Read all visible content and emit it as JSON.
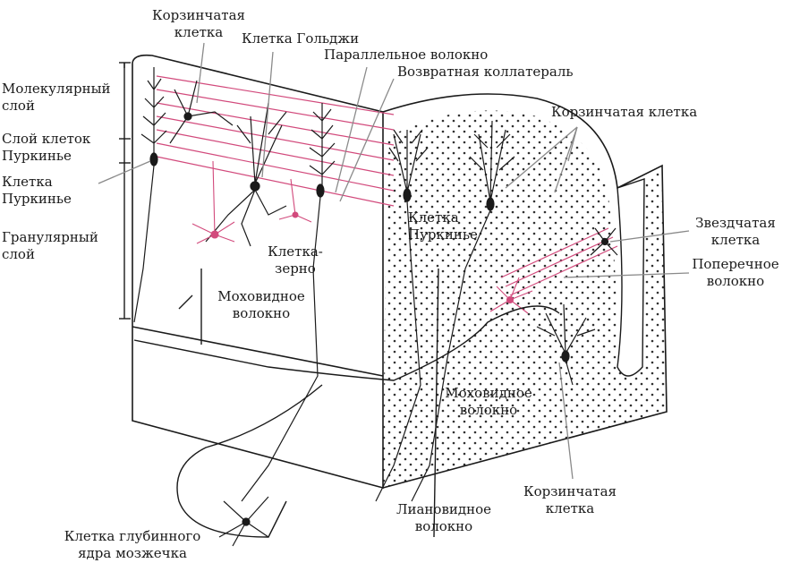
{
  "labels": {
    "basket_cell_top": [
      "Корзинчатая",
      "клетка"
    ],
    "golgi_cell": "Клетка Гольджи",
    "parallel_fiber": "Параллельное волокно",
    "recurrent_collateral": "Возвратная коллатераль",
    "molecular_layer": [
      "Молекулярный",
      "слой"
    ],
    "purkinje_layer": [
      "Слой клеток",
      "Пуркинье"
    ],
    "purkinje_cell_left": [
      "Клетка",
      "Пуркинье"
    ],
    "granular_layer": [
      "Гранулярный",
      "слой"
    ],
    "basket_cell_right": "Корзинчатая клетка",
    "purkinje_cell_center": [
      "Клетка",
      "Пуркинье"
    ],
    "granule_cell": [
      "Клетка-",
      "зерно"
    ],
    "mossy_fiber_left": [
      "Моховидное",
      "волокно"
    ],
    "stellate_cell": [
      "Звездчатая",
      "клетка"
    ],
    "transverse_fiber": [
      "Поперечное",
      "волокно"
    ],
    "mossy_fiber_right": [
      "Моховидное",
      "волокно"
    ],
    "climbing_fiber": [
      "Лиановидное",
      "волокно"
    ],
    "basket_cell_bottom": [
      "Корзинчатая",
      "клетка"
    ],
    "deep_nucleus_cell": [
      "Клетка глубинного",
      "ядра мозжечка"
    ]
  },
  "colors": {
    "ink": "#1a1a1a",
    "pink": "#c2185b",
    "pink_light": "#e58aa8",
    "leader": "#8a8a8a"
  }
}
